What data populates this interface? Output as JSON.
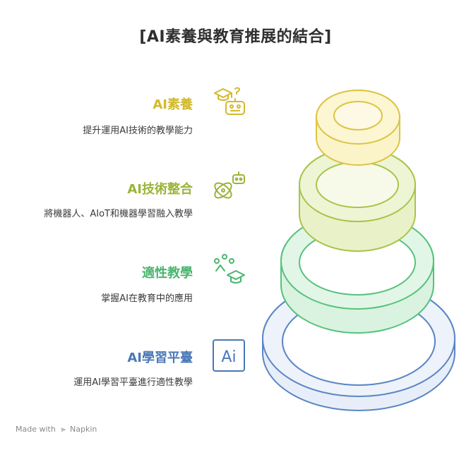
{
  "title": "[AI素養與教育推展的結合]",
  "levels": [
    {
      "title": "AI素養",
      "desc": "提升運用AI技術的教學能力",
      "color": "#d4b92b",
      "icon": "graduation-cap-robot-icon"
    },
    {
      "title": "AI技術整合",
      "desc": "將機器人、AIoT和機器學習融入教學",
      "color": "#9bb43a",
      "icon": "atom-robot-icon"
    },
    {
      "title": "適性教學",
      "desc": "掌握AI在教育中的應用",
      "color": "#49b56e",
      "icon": "graduation-cap-people-icon"
    },
    {
      "title": "AI學習平臺",
      "desc": "運用AI學習平臺進行適性教學",
      "color": "#4a78b8",
      "icon": "ai-badge-icon"
    }
  ],
  "icon_text": {
    "ai_badge": "Ai"
  },
  "footer": {
    "made_with": "Made with",
    "brand": "Napkin"
  }
}
